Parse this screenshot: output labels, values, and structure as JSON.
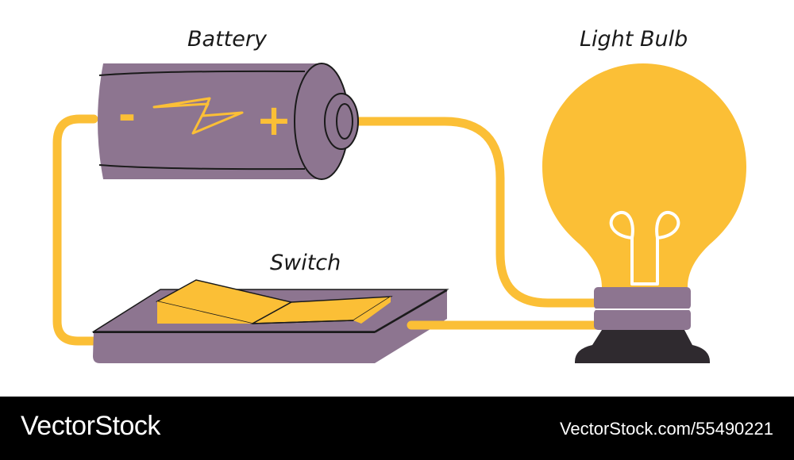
{
  "labels": {
    "battery": "Battery",
    "light_bulb": "Light Bulb",
    "switch": "Switch"
  },
  "battery_signs": {
    "negative": "-",
    "positive": "+"
  },
  "footer": {
    "brand": "VectorStock",
    "image_id": "VectorStock.com/55490221"
  },
  "colors": {
    "wire": "#fbbf36",
    "body": "#8d7590",
    "accent": "#fbbf36",
    "base": "#2f2a2f",
    "outline": "#1a1a1a"
  }
}
